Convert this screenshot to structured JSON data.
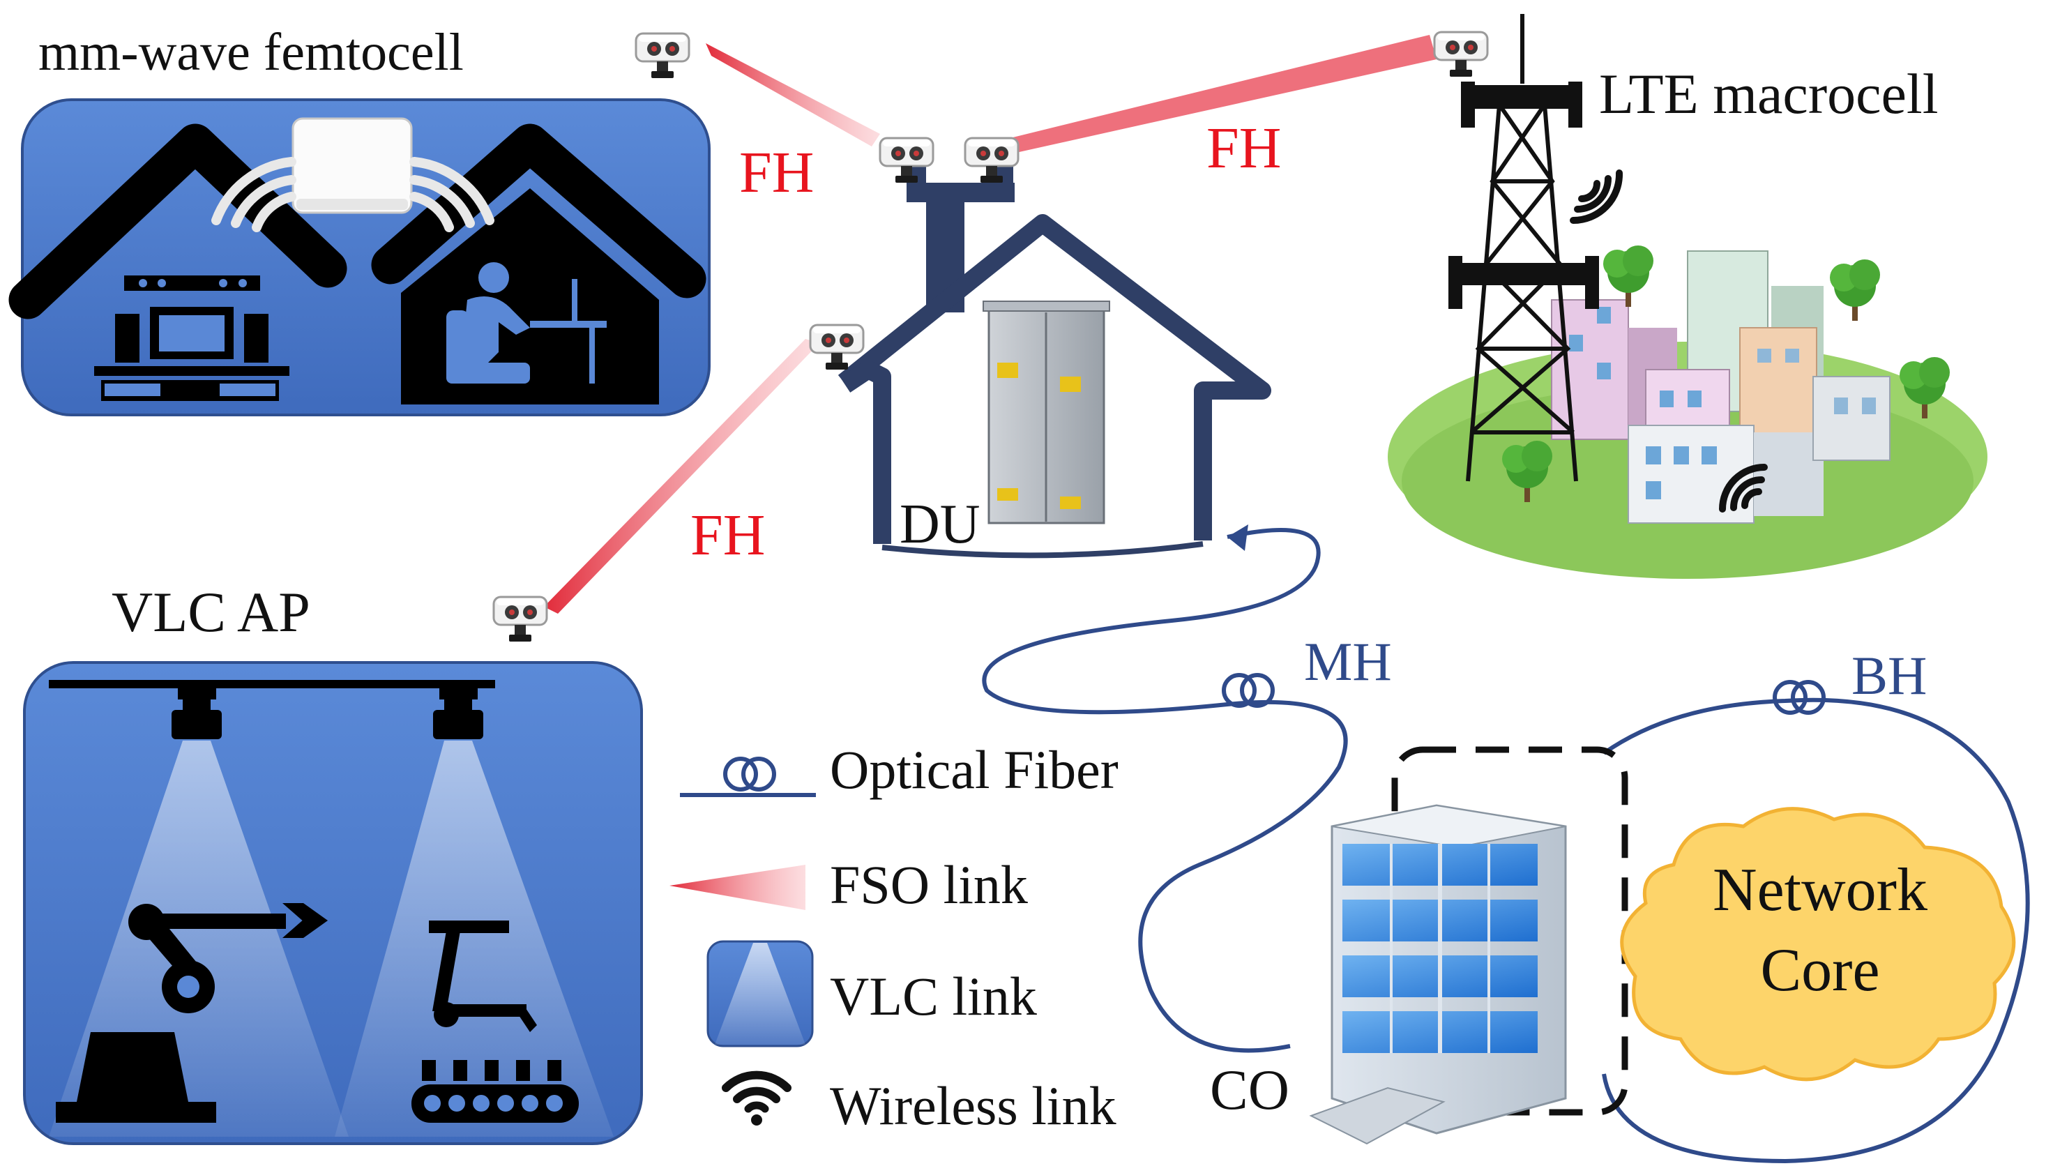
{
  "labels": {
    "femtocell": "mm-wave femtocell",
    "lte": "LTE macrocell",
    "vlc_ap": "VLC AP",
    "du": "DU",
    "co": "CO",
    "fh": "FH",
    "mh": "MH",
    "bh": "BH",
    "core_line1": "Network",
    "core_line2": "Core"
  },
  "legend": {
    "fiber": "Optical Fiber",
    "fso": "FSO link",
    "vlc": "VLC link",
    "wireless": "Wireless link"
  },
  "colors": {
    "panel_blue": "#4472c4",
    "fiber_navy": "#2f4a8a",
    "fso_red": "#e0303a",
    "link_label_red": "#e8141e",
    "core_fill": "#fdd46a",
    "core_stroke": "#f2b233",
    "grass": "#9cd36a"
  },
  "icons": [
    "fso-transceiver-icon",
    "router-icon",
    "wifi-icon",
    "cabinet-icon",
    "tower-icon",
    "building-icon",
    "cloud-icon",
    "fiber-coil-icon"
  ]
}
